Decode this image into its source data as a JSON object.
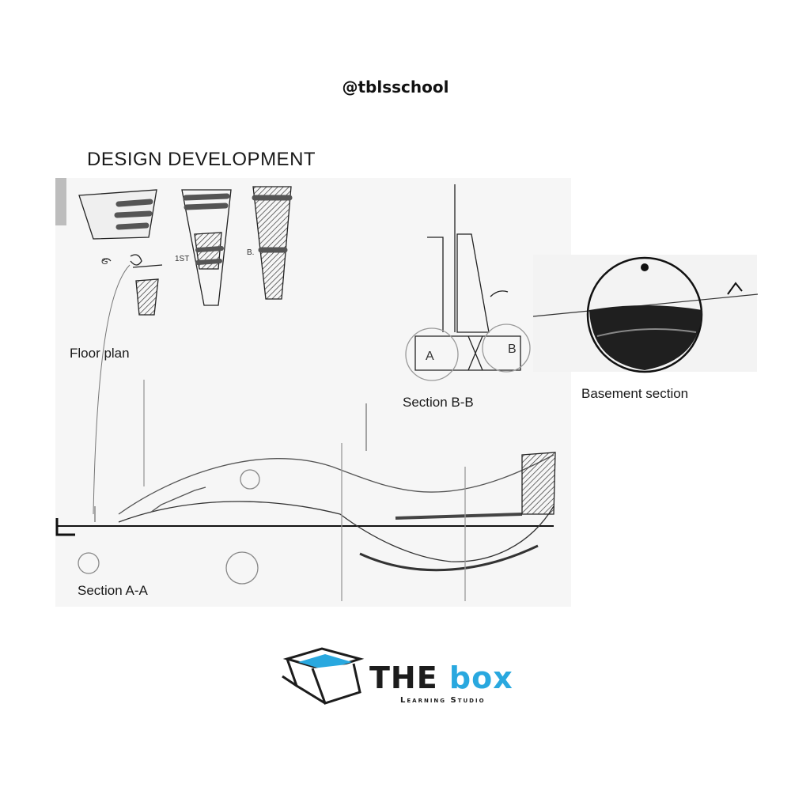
{
  "header": {
    "handle": "@tblsschool"
  },
  "title": "DESIGN DEVELOPMENT",
  "labels": {
    "floor_plan": "Floor plan",
    "section_bb": "Section B-B",
    "basement_section": "Basement section",
    "section_aa": "Section A-A"
  },
  "logo": {
    "word_the": "THE",
    "word_box": "box",
    "tagline": "Learning Studio"
  },
  "colors": {
    "accent": "#29a8df",
    "ink": "#1c1c1c"
  }
}
